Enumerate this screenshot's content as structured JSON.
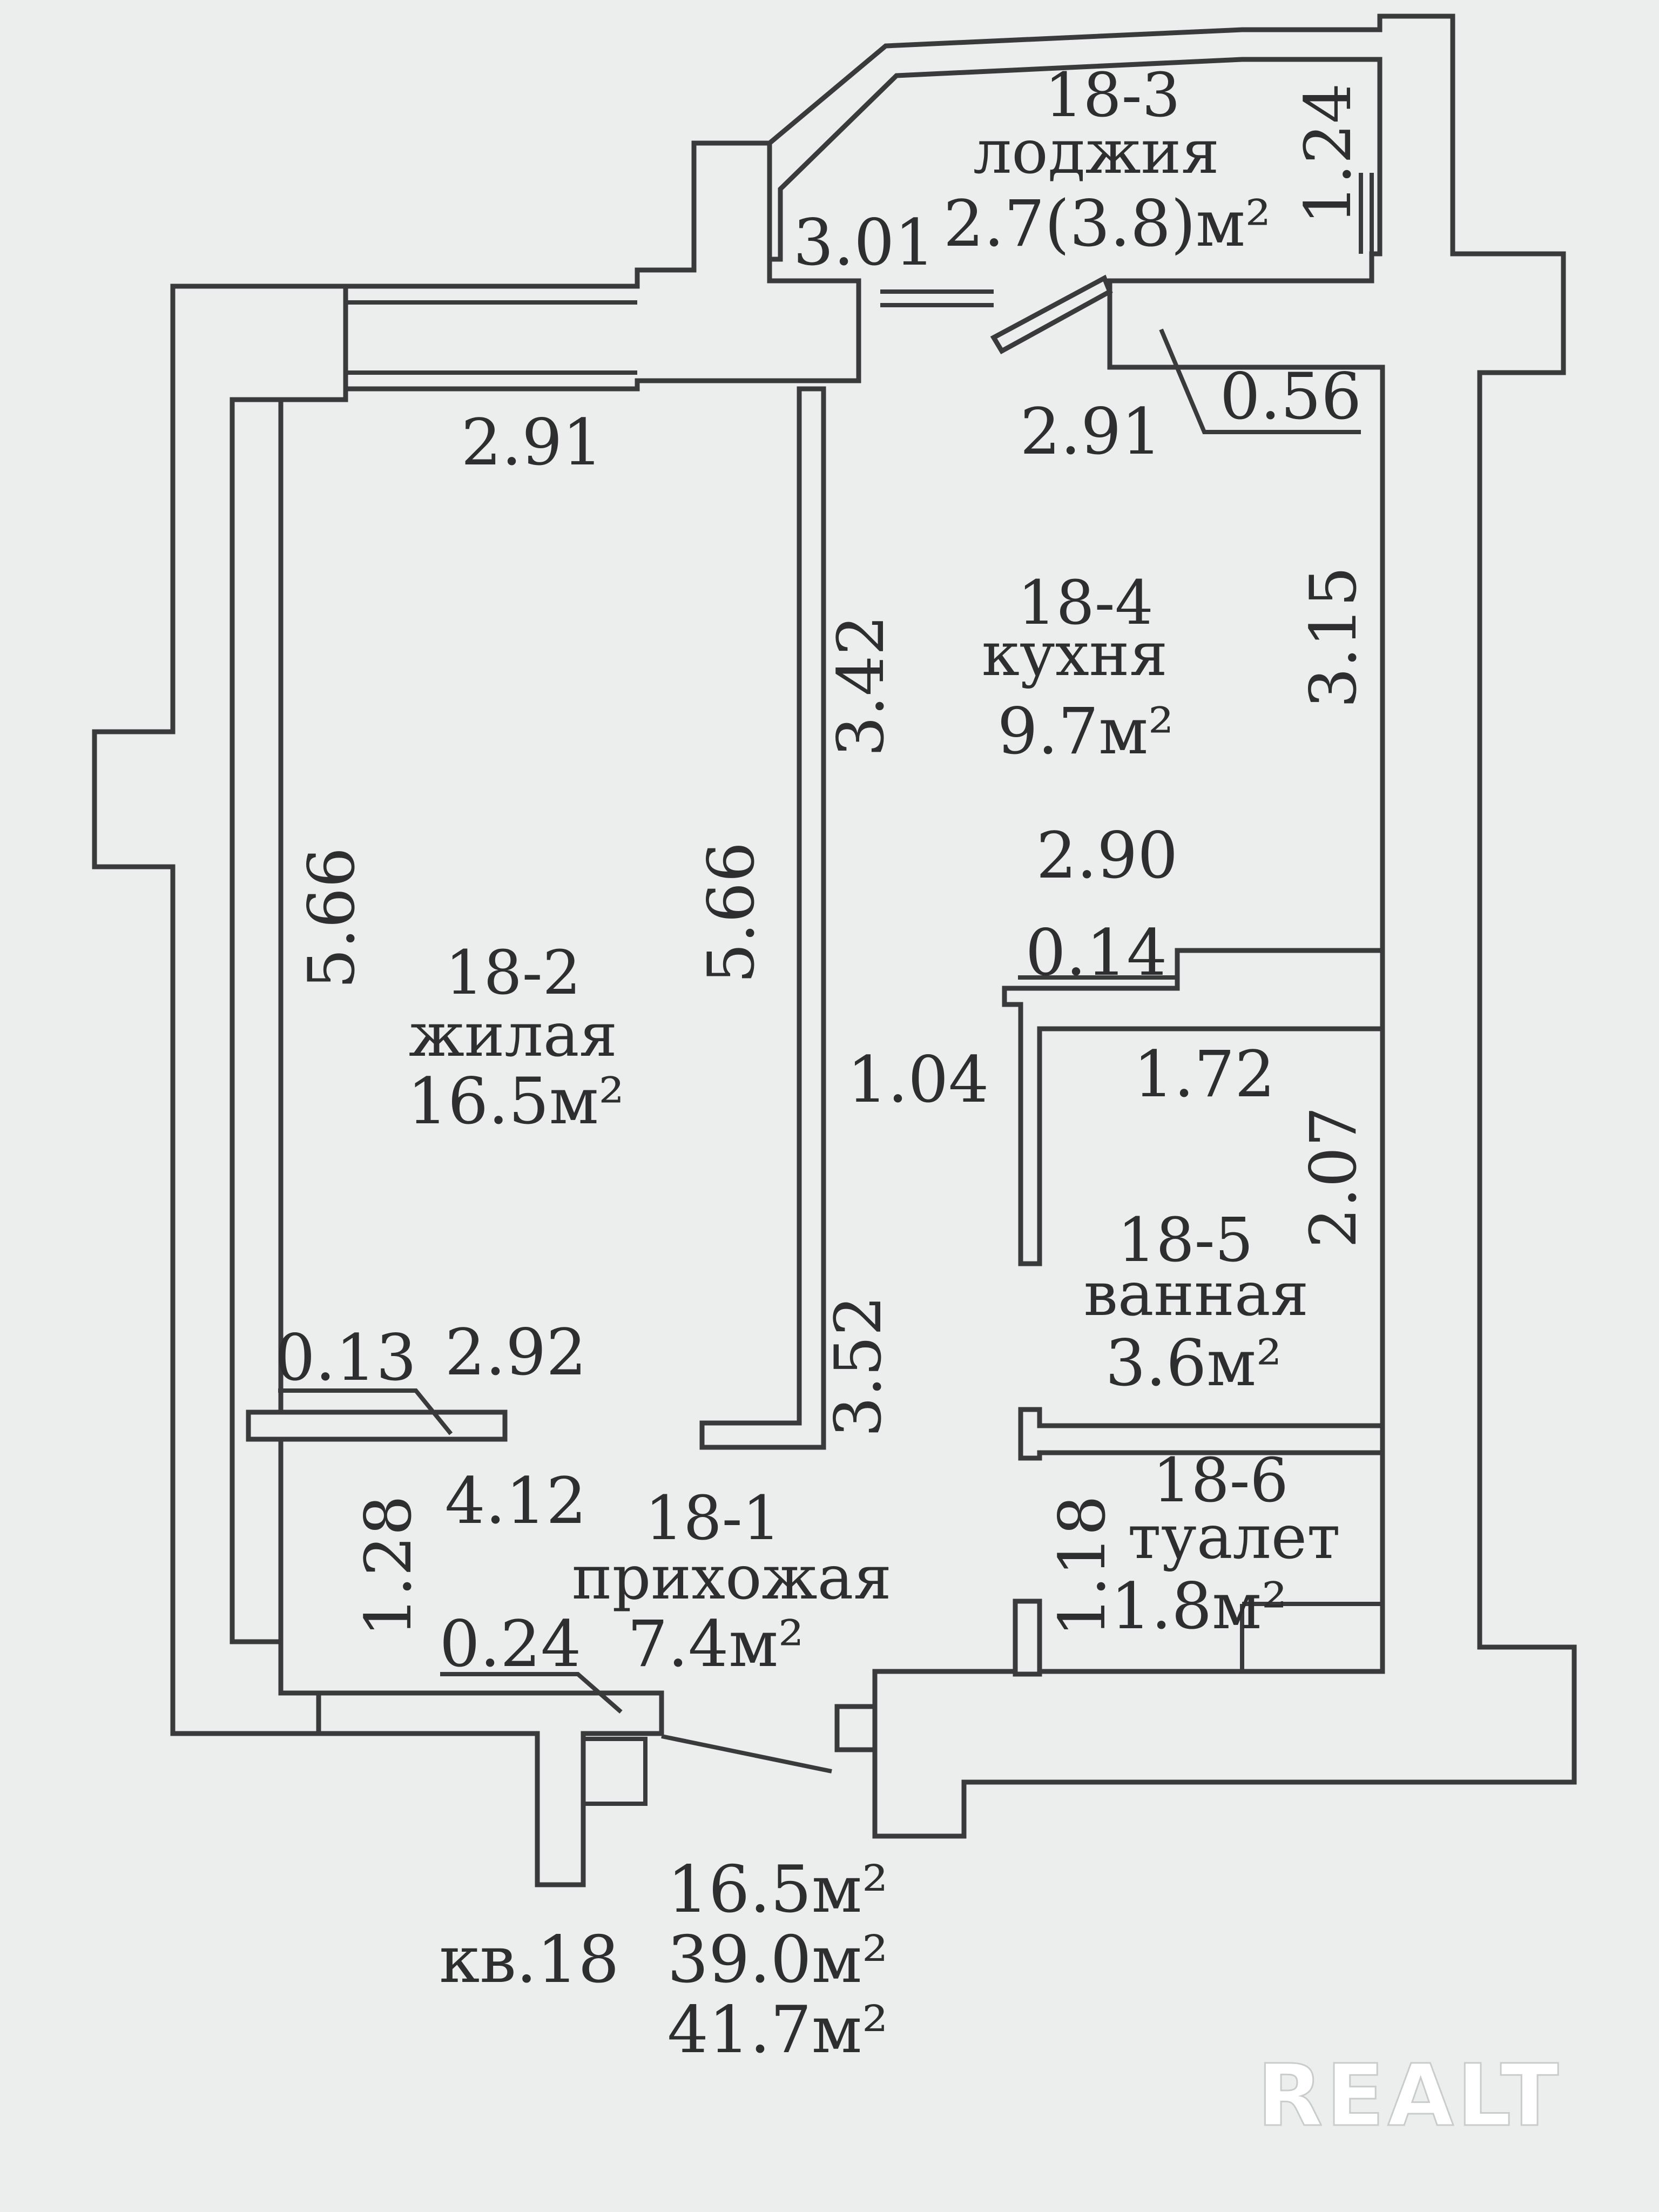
{
  "rooms": {
    "loggia": {
      "num": "18-3",
      "name": "лоджия",
      "area": "2.7(3.8)м²"
    },
    "kitchen": {
      "num": "18-4",
      "name": "кухня",
      "area": "9.7м²"
    },
    "living": {
      "num": "18-2",
      "name": "жилая",
      "area": "16.5м²"
    },
    "bath": {
      "num": "18-5",
      "name": "ванная",
      "area": "3.6м²"
    },
    "toilet": {
      "num": "18-6",
      "name": "туалет",
      "area": "1.8м²"
    },
    "hall": {
      "num": "18-1",
      "name": "прихожая",
      "area": "7.4м²"
    }
  },
  "dimensions": {
    "loggia_len": "3.01",
    "loggia_width": "1.24",
    "living_top": "2.91",
    "kitchen_top": "2.91",
    "kitchen_notch": "0.56",
    "kitchen_height_right": "3.15",
    "kitchen_partition": "3.42",
    "kitchen_width": "2.90",
    "living_left": "5.66",
    "living_right": "5.66",
    "bath_wall": "0.14",
    "hall_corridor": "1.04",
    "bath_width": "1.72",
    "bath_height": "2.07",
    "living_bottom_wall": "0.13",
    "living_bottom": "2.92",
    "hall_partition": "3.52",
    "hall_width": "4.12",
    "hall_height": "1.28",
    "toilet_height": "1.18",
    "entry_wall": "0.24"
  },
  "totals": {
    "apartment": "кв.18",
    "living_area": "16.5м²",
    "total_area": "39.0м²",
    "gross_area": "41.7м²"
  },
  "watermark": "REALT"
}
